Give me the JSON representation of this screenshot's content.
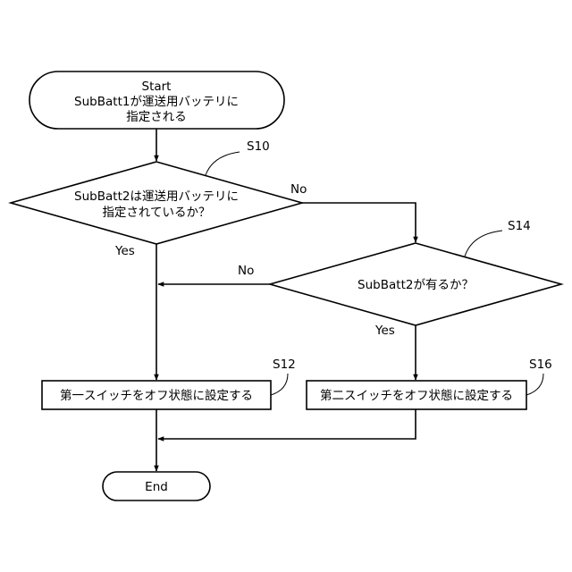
{
  "nodes": {
    "start": {
      "lines": [
        "Start",
        "SubBatt1が運送用バッテリに",
        "指定される"
      ]
    },
    "s10": {
      "step": "S10",
      "lines": [
        "SubBatt2は運送用バッテリに",
        "指定されているか？"
      ]
    },
    "s14": {
      "step": "S14",
      "text": "SubBatt2が有るか？"
    },
    "s12": {
      "step": "S12",
      "text": "第一スイッチをオフ状態に設定する"
    },
    "s16": {
      "step": "S16",
      "text": "第二スイッチをオフ状態に設定する"
    },
    "end": {
      "text": "End"
    }
  },
  "edges": {
    "s10_no": "No",
    "s10_yes": "Yes",
    "s14_no": "No",
    "s14_yes": "Yes"
  }
}
